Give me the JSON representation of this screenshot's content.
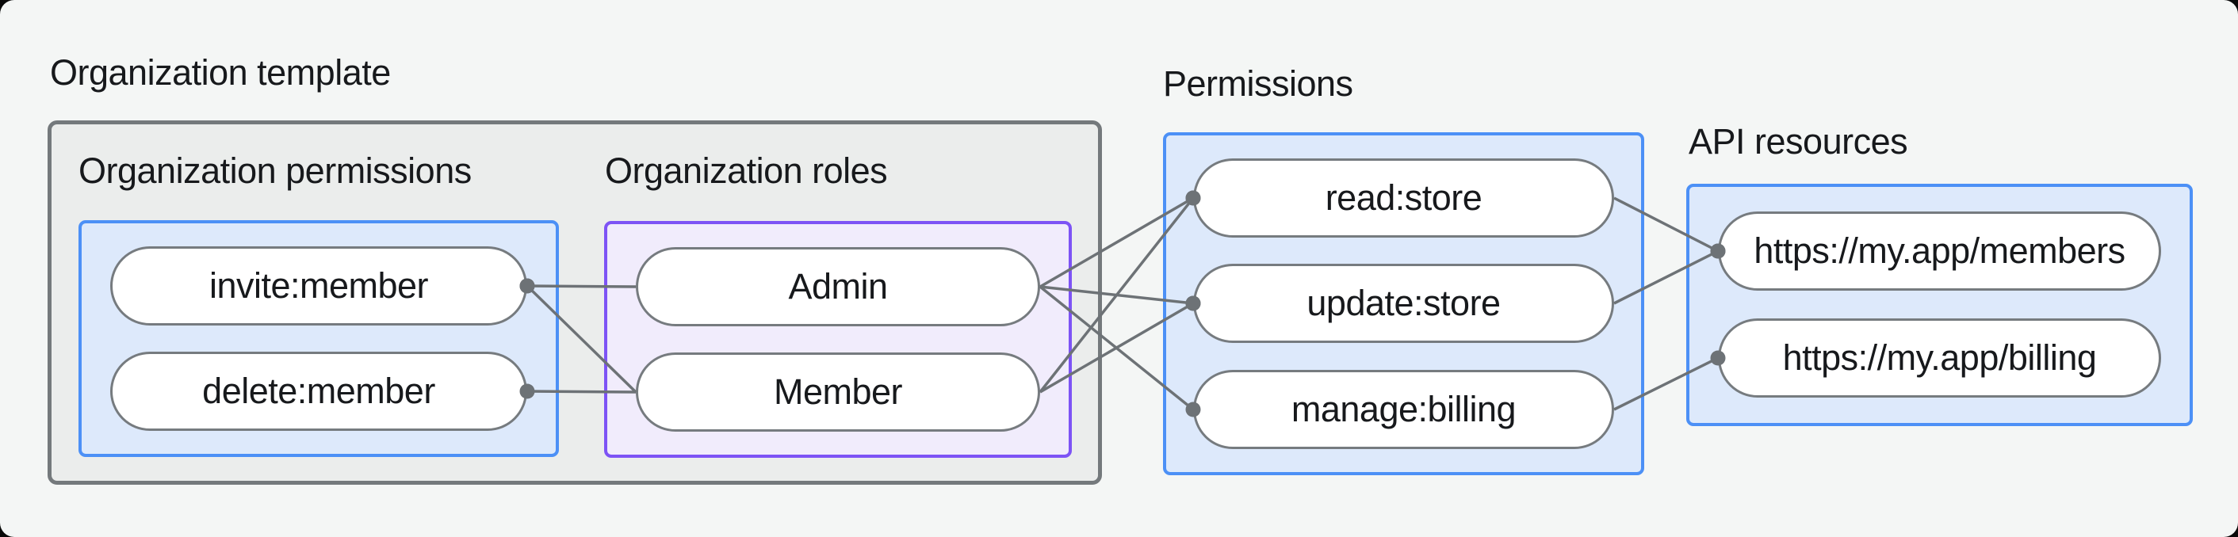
{
  "title": "Organization template",
  "org_permissions": {
    "label": "Organization permissions",
    "items": [
      "invite:member",
      "delete:member"
    ]
  },
  "org_roles": {
    "label": "Organization roles",
    "items": [
      "Admin",
      "Member"
    ]
  },
  "permissions": {
    "label": "Permissions",
    "items": [
      "read:store",
      "update:store",
      "manage:billing"
    ]
  },
  "api_resources": {
    "label": "API resources",
    "items": [
      "https://my.app/members",
      "https://my.app/billing"
    ]
  },
  "edges": [
    {
      "from": "invite-member",
      "to": "admin",
      "dot": "from"
    },
    {
      "from": "invite-member",
      "to": "member",
      "dot": "from"
    },
    {
      "from": "delete-member",
      "to": "member",
      "dot": "from"
    },
    {
      "from": "admin",
      "to": "read-store",
      "dot": "to"
    },
    {
      "from": "admin",
      "to": "update-store",
      "dot": "to"
    },
    {
      "from": "admin",
      "to": "manage-billing",
      "dot": "to"
    },
    {
      "from": "member",
      "to": "read-store",
      "dot": "to"
    },
    {
      "from": "member",
      "to": "update-store",
      "dot": "to"
    },
    {
      "from": "read-store",
      "to": "members-api",
      "dot": "to"
    },
    {
      "from": "update-store",
      "to": "members-api",
      "dot": "to"
    },
    {
      "from": "manage-billing",
      "to": "billing-api",
      "dot": "to"
    }
  ],
  "style": {
    "line_width": 3.5,
    "dot_radius": 9.5
  },
  "colors": {
    "page_bg": "#f4f6f5",
    "frame_bg": "#0a0a0a",
    "outer_box_fill": "#ebedec",
    "outer_box_border": "#74797c",
    "blue_fill": "#dde9fb",
    "blue_border": "#4c90f6",
    "purple_fill": "#f1ecfc",
    "purple_border": "#7d53f5",
    "pill_fill": "#ffffff",
    "pill_border": "#767b7f",
    "connector": "#6d7276",
    "text": "#17191c"
  }
}
